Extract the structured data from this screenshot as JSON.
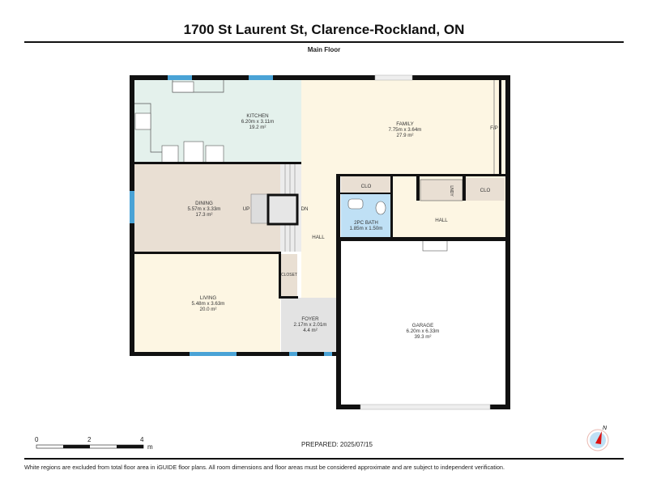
{
  "header": {
    "title": "1700 St Laurent St, Clarence-Rockland, ON",
    "floor": "Main Floor"
  },
  "rooms": [
    {
      "name": "KITCHEN",
      "dims": "6.20m x 3.11m",
      "area": "19.2 m²"
    },
    {
      "name": "FAMILY",
      "dims": "7.75m x 3.64m",
      "area": "27.9 m²"
    },
    {
      "name": "DINING",
      "dims": "5.57m x 3.33m",
      "area": "17.3 m²"
    },
    {
      "name": "LIVING",
      "dims": "5.48m x 3.63m",
      "area": "20.0 m²"
    },
    {
      "name": "FOYER",
      "dims": "2.17m x 2.01m",
      "area": "4.4 m²"
    },
    {
      "name": "GARAGE",
      "dims": "6.20m x 6.33m",
      "area": "39.3 m²"
    },
    {
      "name": "2PC BATH",
      "dims": "1.85m x 1.50m"
    }
  ],
  "labels": {
    "hall": "HALL",
    "clo": "CLO",
    "closet": "CLOSET",
    "lndy": "LNDY",
    "fp": "F/P",
    "up": "UP",
    "dn": "DN"
  },
  "scale": {
    "t0": "0",
    "t2": "2",
    "t4": "4",
    "unit": "m"
  },
  "compass": {
    "north": "N"
  },
  "footer": {
    "prepared": "PREPARED: 2025/07/15",
    "disclaimer": "White regions are excluded from total floor area in iGUIDE floor plans. All room dimensions and floor areas must be considered approximate and are subject to independent verification."
  },
  "colors": {
    "kitchen": "#e4f1ec",
    "dining": "#e9dfd3",
    "living": "#fdf6e3",
    "hall": "#fdf6e3",
    "foyer": "#e3e3e3",
    "bath": "#bfe0f5",
    "closet": "#e9dfd3",
    "window": "#4aa3d6",
    "wall": "#111111"
  }
}
